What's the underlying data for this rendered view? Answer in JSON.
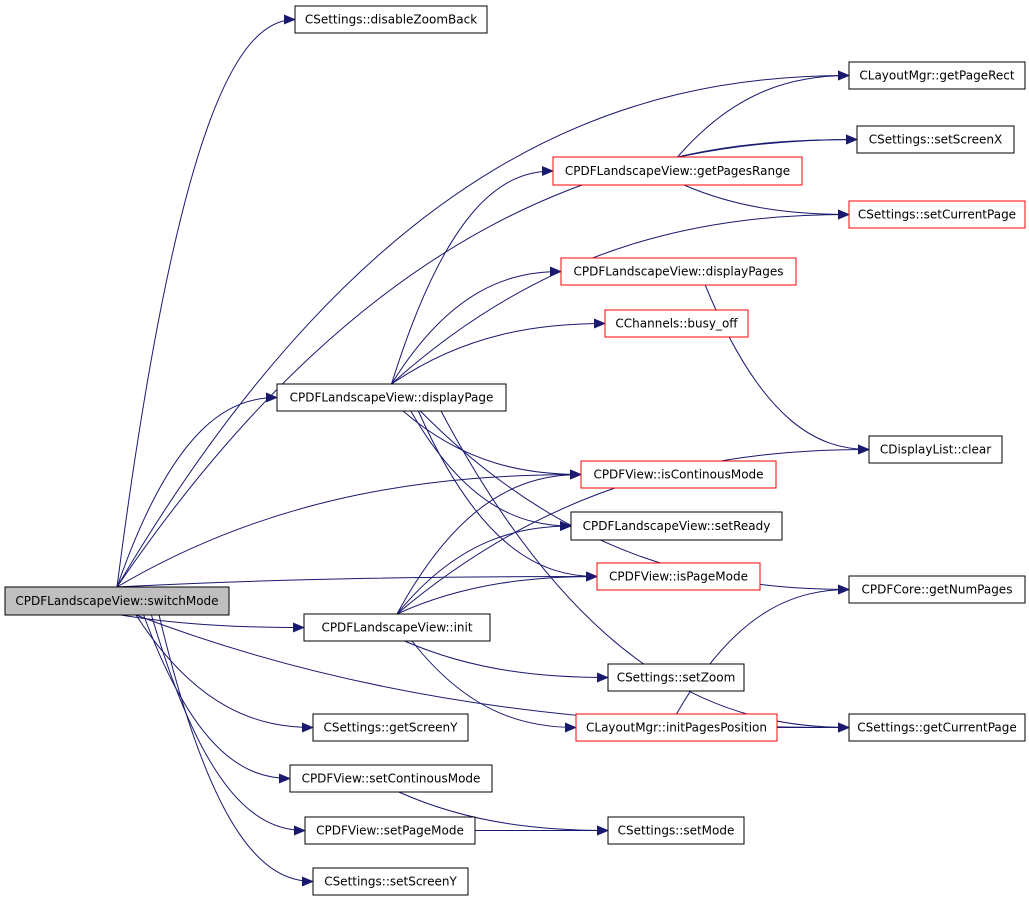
{
  "colors": {
    "edge": "#191970",
    "truncated_border": "#ff0000",
    "normal_border": "#000000",
    "root_fill": "#bfbfbf",
    "node_fill": "#ffffff"
  },
  "nodes": {
    "switchMode": {
      "label": "CPDFLandscapeView::switchMode",
      "style": "root"
    },
    "disableZoomBack": {
      "label": "CSettings::disableZoomBack",
      "style": "normal"
    },
    "getPageRect": {
      "label": "CLayoutMgr::getPageRect",
      "style": "normal"
    },
    "setScreenX": {
      "label": "CSettings::setScreenX",
      "style": "normal"
    },
    "getPagesRange": {
      "label": "CPDFLandscapeView::getPagesRange",
      "style": "truncated"
    },
    "setCurrentPage": {
      "label": "CSettings::setCurrentPage",
      "style": "truncated"
    },
    "displayPages": {
      "label": "CPDFLandscapeView::displayPages",
      "style": "truncated"
    },
    "busy_off": {
      "label": "CChannels::busy_off",
      "style": "truncated"
    },
    "displayPage": {
      "label": "CPDFLandscapeView::displayPage",
      "style": "normal"
    },
    "clear": {
      "label": "CDisplayList::clear",
      "style": "normal"
    },
    "isContinousMode": {
      "label": "CPDFView::isContinousMode",
      "style": "truncated"
    },
    "setReady": {
      "label": "CPDFLandscapeView::setReady",
      "style": "normal"
    },
    "isPageMode": {
      "label": "CPDFView::isPageMode",
      "style": "truncated"
    },
    "getNumPages": {
      "label": "CPDFCore::getNumPages",
      "style": "normal"
    },
    "init": {
      "label": "CPDFLandscapeView::init",
      "style": "normal"
    },
    "setZoom": {
      "label": "CSettings::setZoom",
      "style": "normal"
    },
    "initPagesPosition": {
      "label": "CLayoutMgr::initPagesPosition",
      "style": "truncated"
    },
    "getCurrentPage": {
      "label": "CSettings::getCurrentPage",
      "style": "normal"
    },
    "getScreenY": {
      "label": "CSettings::getScreenY",
      "style": "normal"
    },
    "setContinousMode": {
      "label": "CPDFView::setContinousMode",
      "style": "normal"
    },
    "setPageMode": {
      "label": "CPDFView::setPageMode",
      "style": "normal"
    },
    "setMode": {
      "label": "CSettings::setMode",
      "style": "normal"
    },
    "setScreenY": {
      "label": "CSettings::setScreenY",
      "style": "normal"
    }
  },
  "edges": [
    {
      "from": "switchMode",
      "to": "disableZoomBack"
    },
    {
      "from": "switchMode",
      "to": "getPageRect"
    },
    {
      "from": "switchMode",
      "to": "setScreenX"
    },
    {
      "from": "switchMode",
      "to": "displayPage"
    },
    {
      "from": "switchMode",
      "to": "isContinousMode"
    },
    {
      "from": "switchMode",
      "to": "isPageMode"
    },
    {
      "from": "switchMode",
      "to": "init"
    },
    {
      "from": "switchMode",
      "to": "getCurrentPage"
    },
    {
      "from": "switchMode",
      "to": "getScreenY"
    },
    {
      "from": "switchMode",
      "to": "setContinousMode"
    },
    {
      "from": "switchMode",
      "to": "setPageMode"
    },
    {
      "from": "switchMode",
      "to": "setScreenY"
    },
    {
      "from": "getPagesRange",
      "to": "getPageRect"
    },
    {
      "from": "getPagesRange",
      "to": "setScreenX"
    },
    {
      "from": "getPagesRange",
      "to": "setCurrentPage"
    },
    {
      "from": "displayPage",
      "to": "getPagesRange"
    },
    {
      "from": "displayPage",
      "to": "setCurrentPage"
    },
    {
      "from": "displayPage",
      "to": "displayPages"
    },
    {
      "from": "displayPage",
      "to": "busy_off"
    },
    {
      "from": "displayPage",
      "to": "isContinousMode"
    },
    {
      "from": "displayPage",
      "to": "setReady"
    },
    {
      "from": "displayPage",
      "to": "isPageMode"
    },
    {
      "from": "displayPage",
      "to": "getNumPages"
    },
    {
      "from": "displayPage",
      "to": "getCurrentPage"
    },
    {
      "from": "displayPages",
      "to": "clear"
    },
    {
      "from": "init",
      "to": "isContinousMode"
    },
    {
      "from": "init",
      "to": "setReady"
    },
    {
      "from": "init",
      "to": "isPageMode"
    },
    {
      "from": "init",
      "to": "clear"
    },
    {
      "from": "init",
      "to": "setZoom"
    },
    {
      "from": "init",
      "to": "initPagesPosition"
    },
    {
      "from": "initPagesPosition",
      "to": "getNumPages"
    },
    {
      "from": "initPagesPosition",
      "to": "getCurrentPage"
    },
    {
      "from": "setContinousMode",
      "to": "setMode"
    },
    {
      "from": "setPageMode",
      "to": "setMode"
    }
  ]
}
